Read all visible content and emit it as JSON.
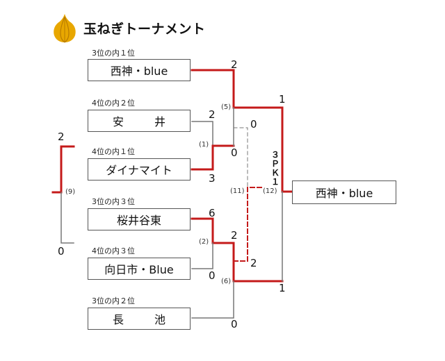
{
  "header": {
    "title": "玉ねぎトーナメント",
    "logo_icon": "onion-icon"
  },
  "colors": {
    "winner_line": "#c41a1a",
    "loser_line": "#777777",
    "onion_fill": "#e8a700"
  },
  "teams": [
    {
      "seed": "3位の内１位",
      "name": "西神・blue"
    },
    {
      "seed": "4位の内２位",
      "name": "安　井"
    },
    {
      "seed": "4位の内１位",
      "name": "ダイナマイト"
    },
    {
      "seed": "3位の内３位",
      "name": "桜井谷東"
    },
    {
      "seed": "4位の内３位",
      "name": "向日市・Blue"
    },
    {
      "seed": "3位の内２位",
      "name": "長　池"
    }
  ],
  "matches": {
    "m1": {
      "label": "(1)",
      "top_score": "2",
      "bottom_score": "3"
    },
    "m2": {
      "label": "(2)",
      "top_score": "6",
      "bottom_score": "0"
    },
    "m5": {
      "label": "(5)",
      "top_score": "2",
      "bottom_score": "0"
    },
    "m6": {
      "label": "(6)",
      "top_score": "2",
      "bottom_score": "0"
    },
    "m9": {
      "label": "(9)",
      "top_score": "2",
      "bottom_score": "0"
    },
    "m11": {
      "label": "(11)",
      "top_score": "0",
      "bottom_score": "2"
    },
    "m12": {
      "label": "(12)",
      "top_score": "1",
      "bottom_score": "1",
      "pk_label": "３ＰＫ１"
    }
  },
  "champion": "西神・blue"
}
